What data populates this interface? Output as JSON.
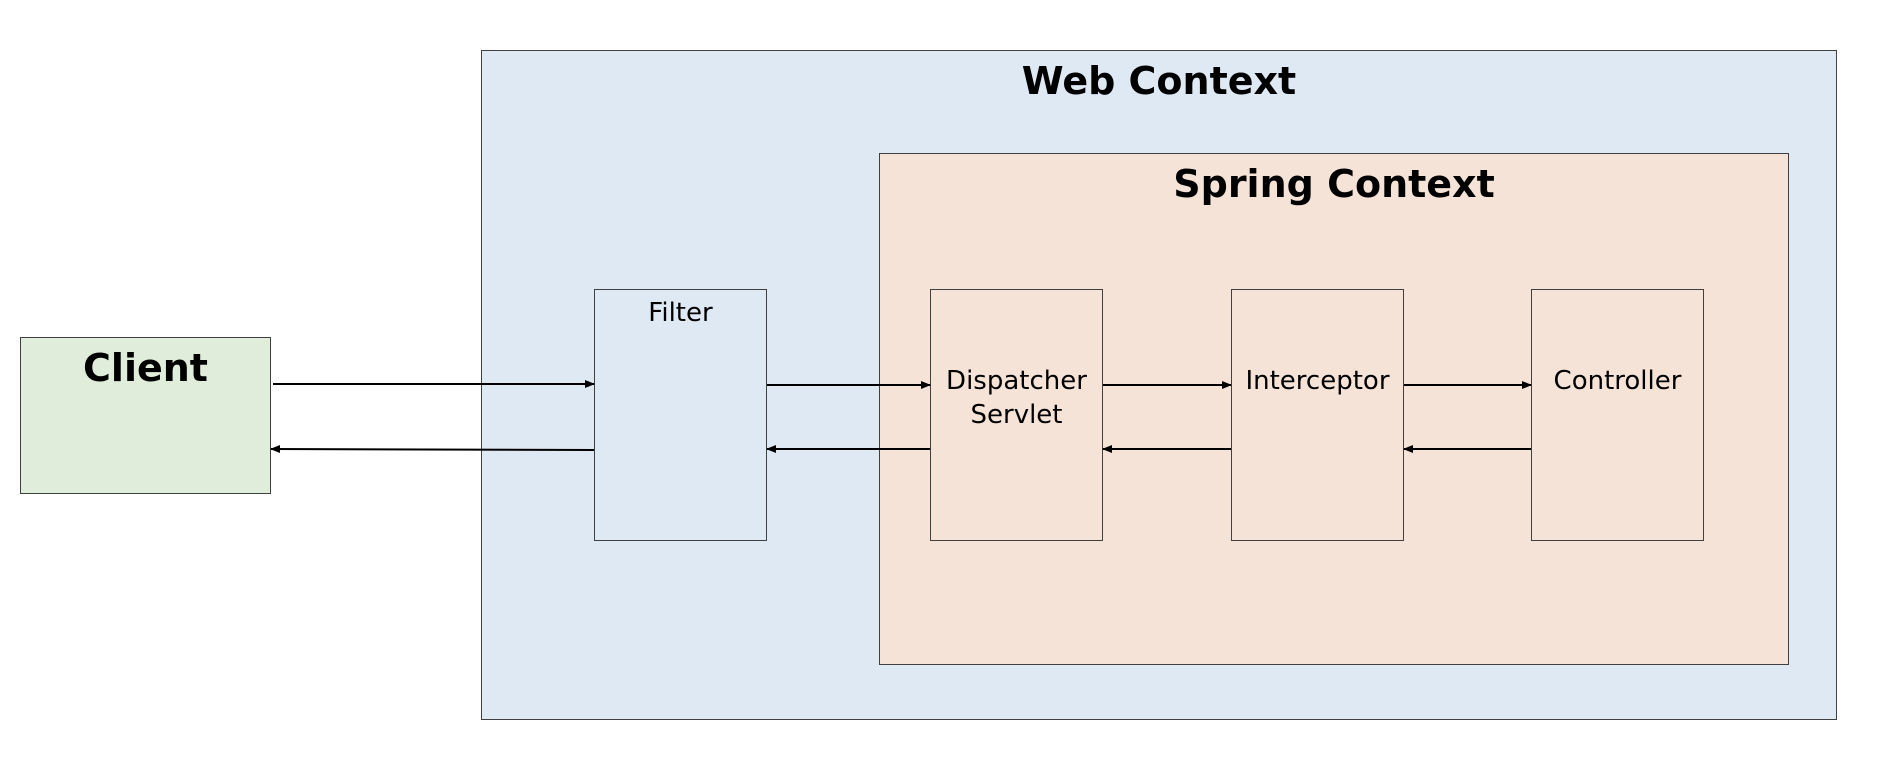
{
  "diagram": {
    "web_context": {
      "title": "Web Context"
    },
    "spring_context": {
      "title": "Spring Context"
    },
    "client": {
      "title": "Client"
    },
    "filter": {
      "label": "Filter"
    },
    "dispatcher": {
      "line1": "Dispatcher",
      "line2": "Servlet"
    },
    "interceptor": {
      "label": "Interceptor"
    },
    "controller": {
      "label": "Controller"
    }
  },
  "colors": {
    "web_context": "#dfe9f4",
    "spring_context": "#f6e3d7",
    "client": "#e1eddb",
    "border": "#404040",
    "arrow": "#000000"
  }
}
